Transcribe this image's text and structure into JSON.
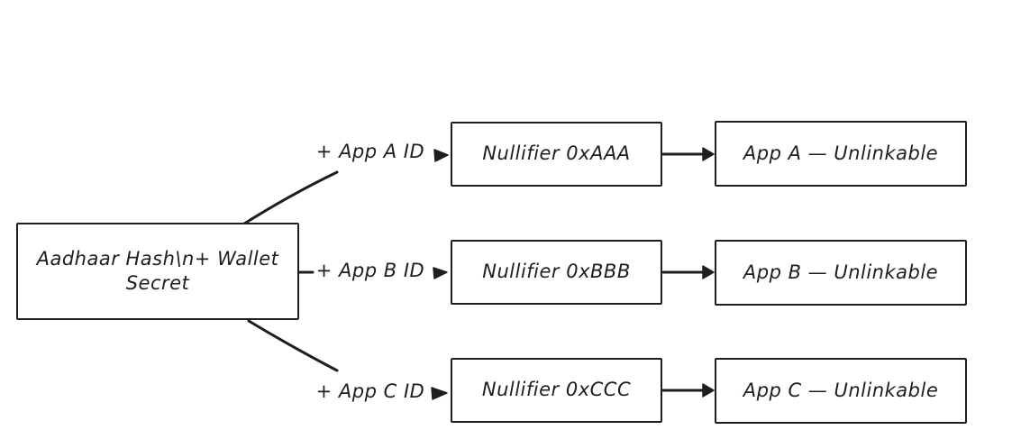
{
  "diagram": {
    "background": "#ffffff",
    "stroke_color": "#1e1e1e",
    "source_box": {
      "line1": "Aadhaar Hash\\n+ Wallet",
      "line2": "Secret"
    },
    "rows": [
      {
        "input_label": "+ App A ID",
        "nullifier_label": "Nullifier 0xAAA",
        "app_label": "App A — Unlinkable"
      },
      {
        "input_label": "+ App B ID",
        "nullifier_label": "Nullifier 0xBBB",
        "app_label": "App B — Unlinkable"
      },
      {
        "input_label": "+ App C ID",
        "nullifier_label": "Nullifier 0xCCC",
        "app_label": "App C — Unlinkable"
      }
    ]
  }
}
